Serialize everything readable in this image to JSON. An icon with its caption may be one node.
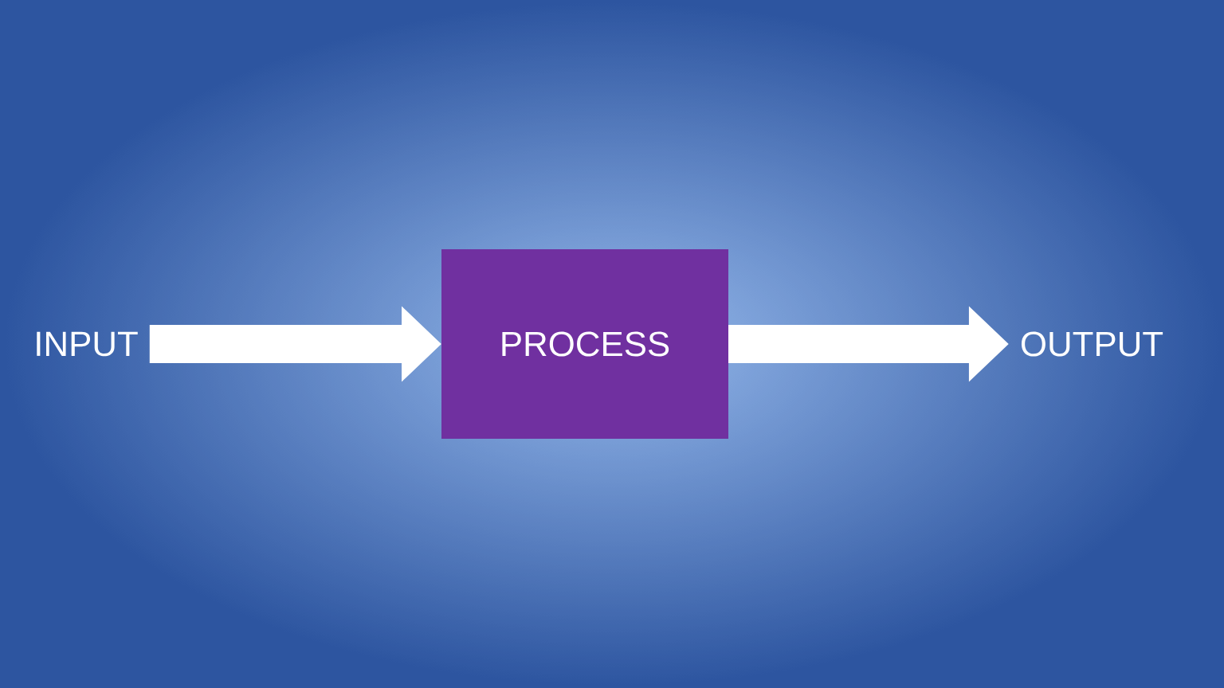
{
  "diagram": {
    "nodes": [
      {
        "text": [
          "INPUT"
        ]
      },
      {
        "text": [
          "PROCESS"
        ]
      },
      {
        "text": [
          "OUTPUT"
        ]
      }
    ],
    "edges": [
      {
        "from": 0,
        "to": 1,
        "arrow": "to"
      },
      {
        "from": 1,
        "to": 2,
        "arrow": "to"
      }
    ]
  }
}
